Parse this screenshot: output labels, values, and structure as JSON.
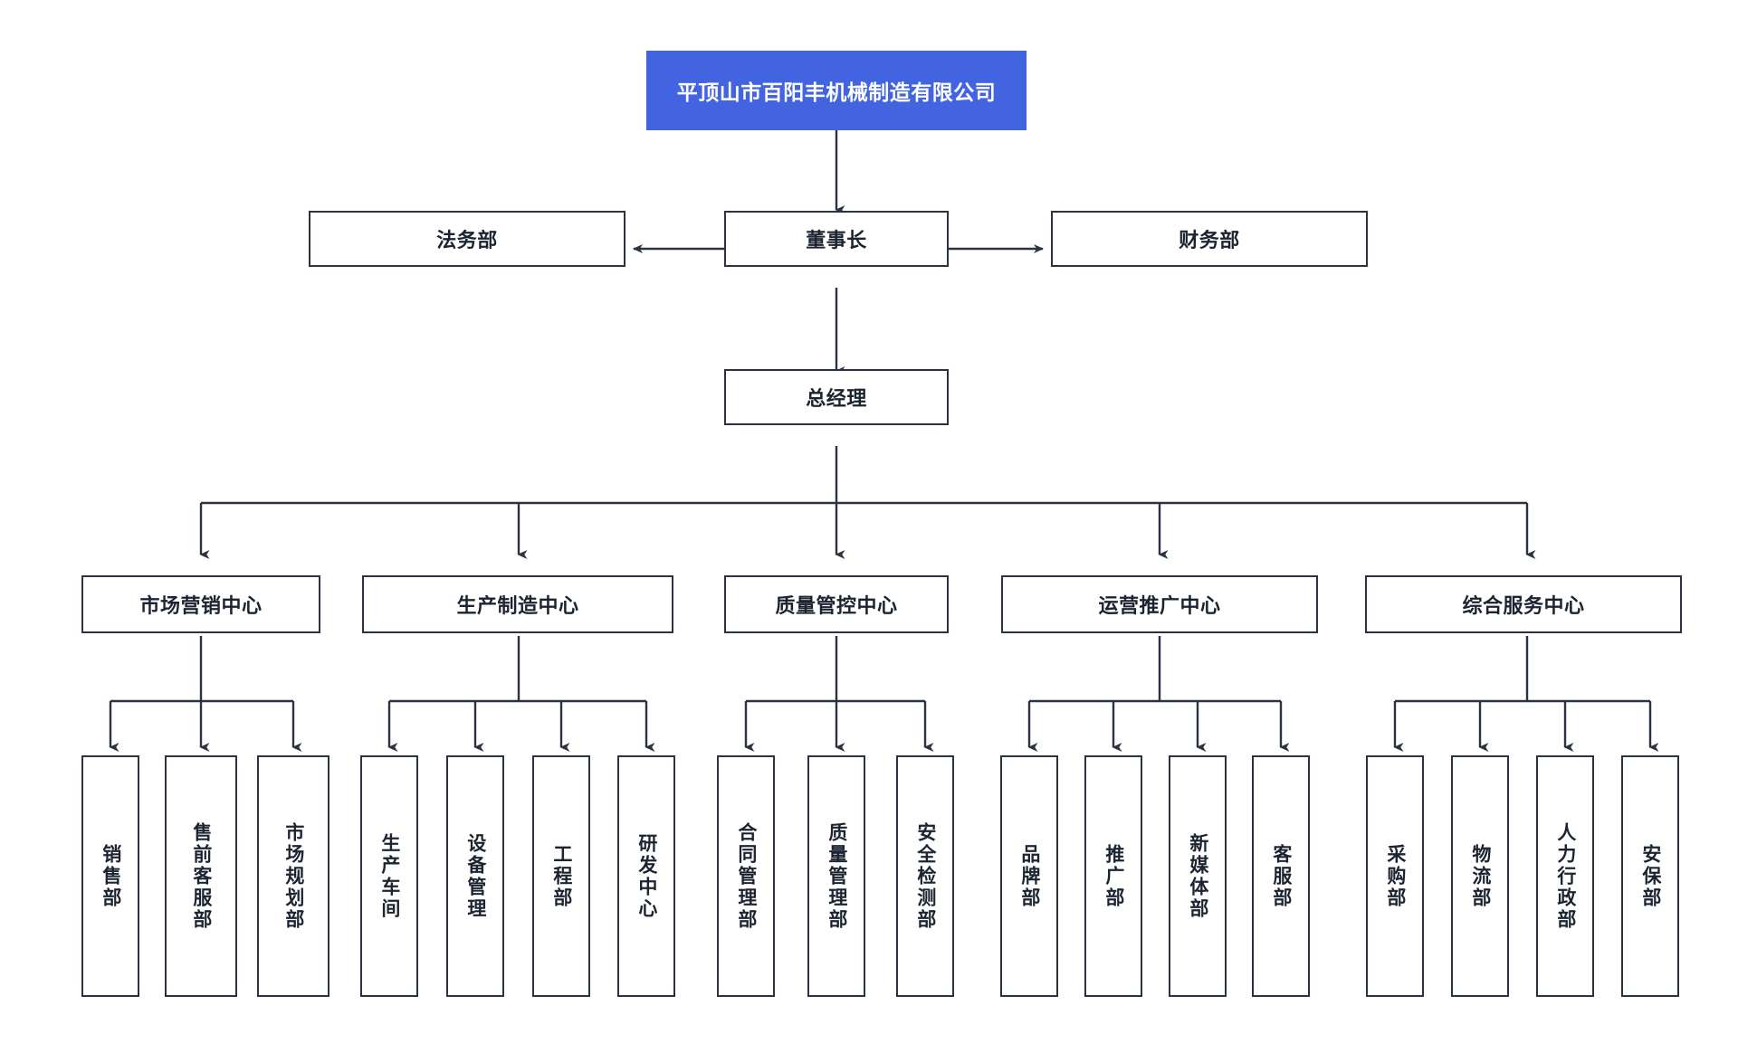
{
  "diagram": {
    "type": "org-chart",
    "title": "平顶山市百阳丰机械制造有限公司",
    "colors": {
      "root_fill": "#4264e0",
      "root_text": "#ffffff",
      "box_border": "#2b3340",
      "box_fill": "#ffffff",
      "box_text": "#1b2430",
      "connector": "#2b3340",
      "background": "#ffffff"
    },
    "root": {
      "label": "平顶山市百阳丰机械制造有限公司"
    },
    "executive": {
      "chairman": "董事长",
      "left_staff": "法务部",
      "right_staff": "财务部",
      "general_manager": "总经理"
    },
    "centers": [
      {
        "label": "市场营销中心",
        "departments": [
          "销售部",
          "售前客服部",
          "市场规划部"
        ]
      },
      {
        "label": "生产制造中心",
        "departments": [
          "生产车间",
          "设备管理",
          "工程部",
          "研发中心"
        ]
      },
      {
        "label": "质量管控中心",
        "departments": [
          "合同管理部",
          "质量管理部",
          "安全检测部"
        ]
      },
      {
        "label": "运营推广中心",
        "departments": [
          "品牌部",
          "推广部",
          "新媒体部",
          "客服部"
        ]
      },
      {
        "label": "综合服务中心",
        "departments": [
          "采购部",
          "物流部",
          "人力行政部",
          "安保部"
        ]
      }
    ]
  }
}
